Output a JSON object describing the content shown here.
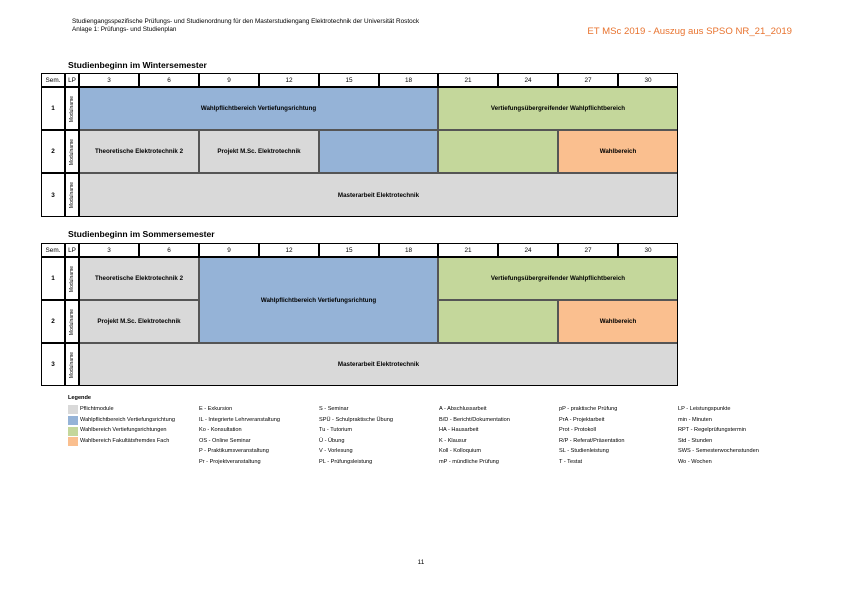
{
  "header": {
    "line1": "Studiengangsspezifische Prüfungs- und Studienordnung für den Masterstudiengang Elektrotechnik der Universität Rostock",
    "line2": "Anlage 1: Prüfungs- und Studienplan",
    "right": "ET MSc 2019 - Auszug aus SPSO NR_21_2019"
  },
  "columns": {
    "sem": "Sem.",
    "lp": "LP",
    "ticks": [
      "3",
      "6",
      "9",
      "12",
      "15",
      "18",
      "21",
      "24",
      "27",
      "30"
    ],
    "module_label": "Modulname"
  },
  "winter": {
    "title": "Studienbeginn im Wintersemester",
    "sem1": "1",
    "sem2": "2",
    "sem3": "3",
    "blocks": {
      "b1": "Wahlpflichtbereich Vertiefungsrichtung",
      "b2": "Vertiefungsübergreifender Wahlpflichtbereich",
      "b3": "Theoretische Elektrotechnik 2",
      "b4": "Projekt M.Sc. Elektrotechnik",
      "b5": "Wahlbereich",
      "b6": "Masterarbeit Elektrotechnik"
    }
  },
  "summer": {
    "title": "Studienbeginn im Sommersemester",
    "sem1": "1",
    "sem2": "2",
    "sem3": "3",
    "blocks": {
      "b1": "Theoretische Elektrotechnik 2",
      "b2": "Wahlpflichtbereich Vertiefungsrichtung",
      "b3": "Vertiefungsübergreifender Wahlpflichtbereich",
      "b4": "Projekt M.Sc. Elektrotechnik",
      "b5": "Wahlbereich",
      "b6": "Masterarbeit Elektrotechnik"
    }
  },
  "legend": {
    "title": "Legende",
    "swatches": [
      {
        "label": "Pflichtmodule",
        "color": "#d9d9d9"
      },
      {
        "label": "Wahlpflichtbereich Vertiefungsrichtung",
        "color": "#95b3d7"
      },
      {
        "label": "Wahlbereich Vertiefungsrichtungen",
        "color": "#c4d79b"
      },
      {
        "label": "Wahlbereich Fakultätsfremdes Fach",
        "color": "#fabf8f"
      }
    ],
    "col2": [
      "E - Exkursion",
      "IL - Integrierte Lehrveranstaltung",
      "Ko - Konsultation",
      "OS - Online Seminar",
      "P - Praktikumsveranstaltung",
      "Pr - Projektveranstaltung"
    ],
    "col3": [
      "S - Seminar",
      "SPÜ - Schulpraktische Übung",
      "Tu - Tutorium",
      "Ü - Übung",
      "V - Vorlesung",
      "PL - Prüfungsleistung"
    ],
    "col4": [
      "A - Abschlussarbeit",
      "B/D - Bericht/Dokumentation",
      "HA - Hausarbeit",
      "K - Klausur",
      "Koll - Kolloquium",
      "mP - mündliche Prüfung"
    ],
    "col5": [
      "pP - praktische Prüfung",
      "PrA - Projektarbeit",
      "Prot - Protokoll",
      "R/P - Referat/Präsentation",
      "SL - Studienleistung",
      "T - Testat"
    ],
    "col6": [
      "LP - Leistungspunkte",
      "min - Minuten",
      "RPT - Regelprüfungstermin",
      "Std - Stunden",
      "SWS - Semesterwochenstunden",
      "Wo - Wochen"
    ]
  },
  "page_number": "11"
}
